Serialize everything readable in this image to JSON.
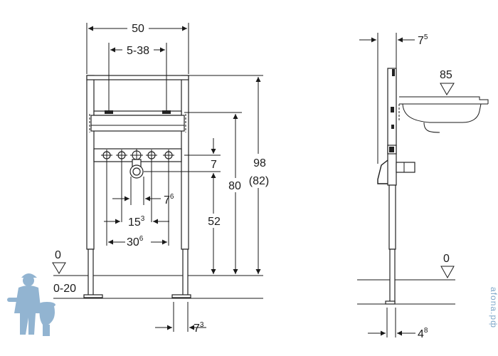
{
  "front_view": {
    "dim_width_top": "50",
    "dim_inner": "5-38",
    "dim_height_total": "98",
    "dim_height_total_alt": "(82)",
    "dim_height_80": "80",
    "dim_height_52": "52",
    "dim_gap_7": "7",
    "dim_76_base": "7",
    "dim_76_sup": "6",
    "dim_153_base": "15",
    "dim_153_sup": "3",
    "dim_306_base": "30",
    "dim_306_sup": "6",
    "dim_73_base": "7",
    "dim_73_sup": "3",
    "floor_zero": "0",
    "floor_range": "0-20"
  },
  "side_view": {
    "dim_75_base": "7",
    "dim_75_sup": "5",
    "basin_height": "85",
    "floor_zero": "0",
    "dim_48_base": "4",
    "dim_48_sup": "8"
  },
  "watermark": {
    "site_text": "afona.рф"
  }
}
